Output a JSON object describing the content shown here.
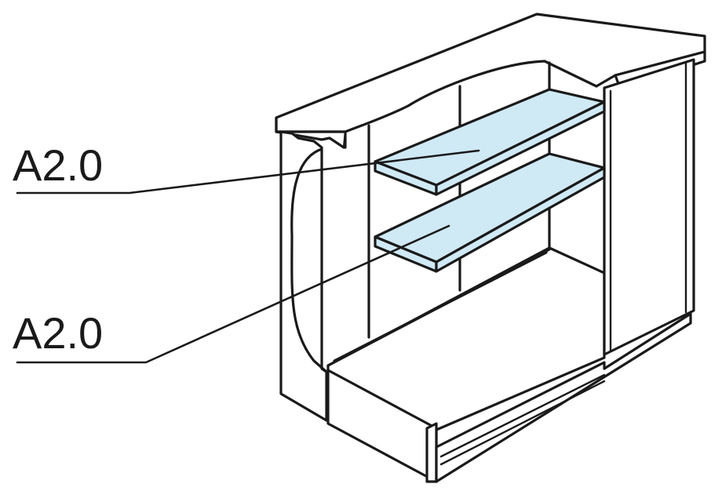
{
  "callouts": [
    {
      "label": "A2.0",
      "target": "upper-shelf"
    },
    {
      "label": "A2.0",
      "target": "lower-shelf"
    }
  ],
  "colors": {
    "shelf_fill": "#cfe9f5",
    "line": "#1a1a1a",
    "background": "#ffffff"
  }
}
